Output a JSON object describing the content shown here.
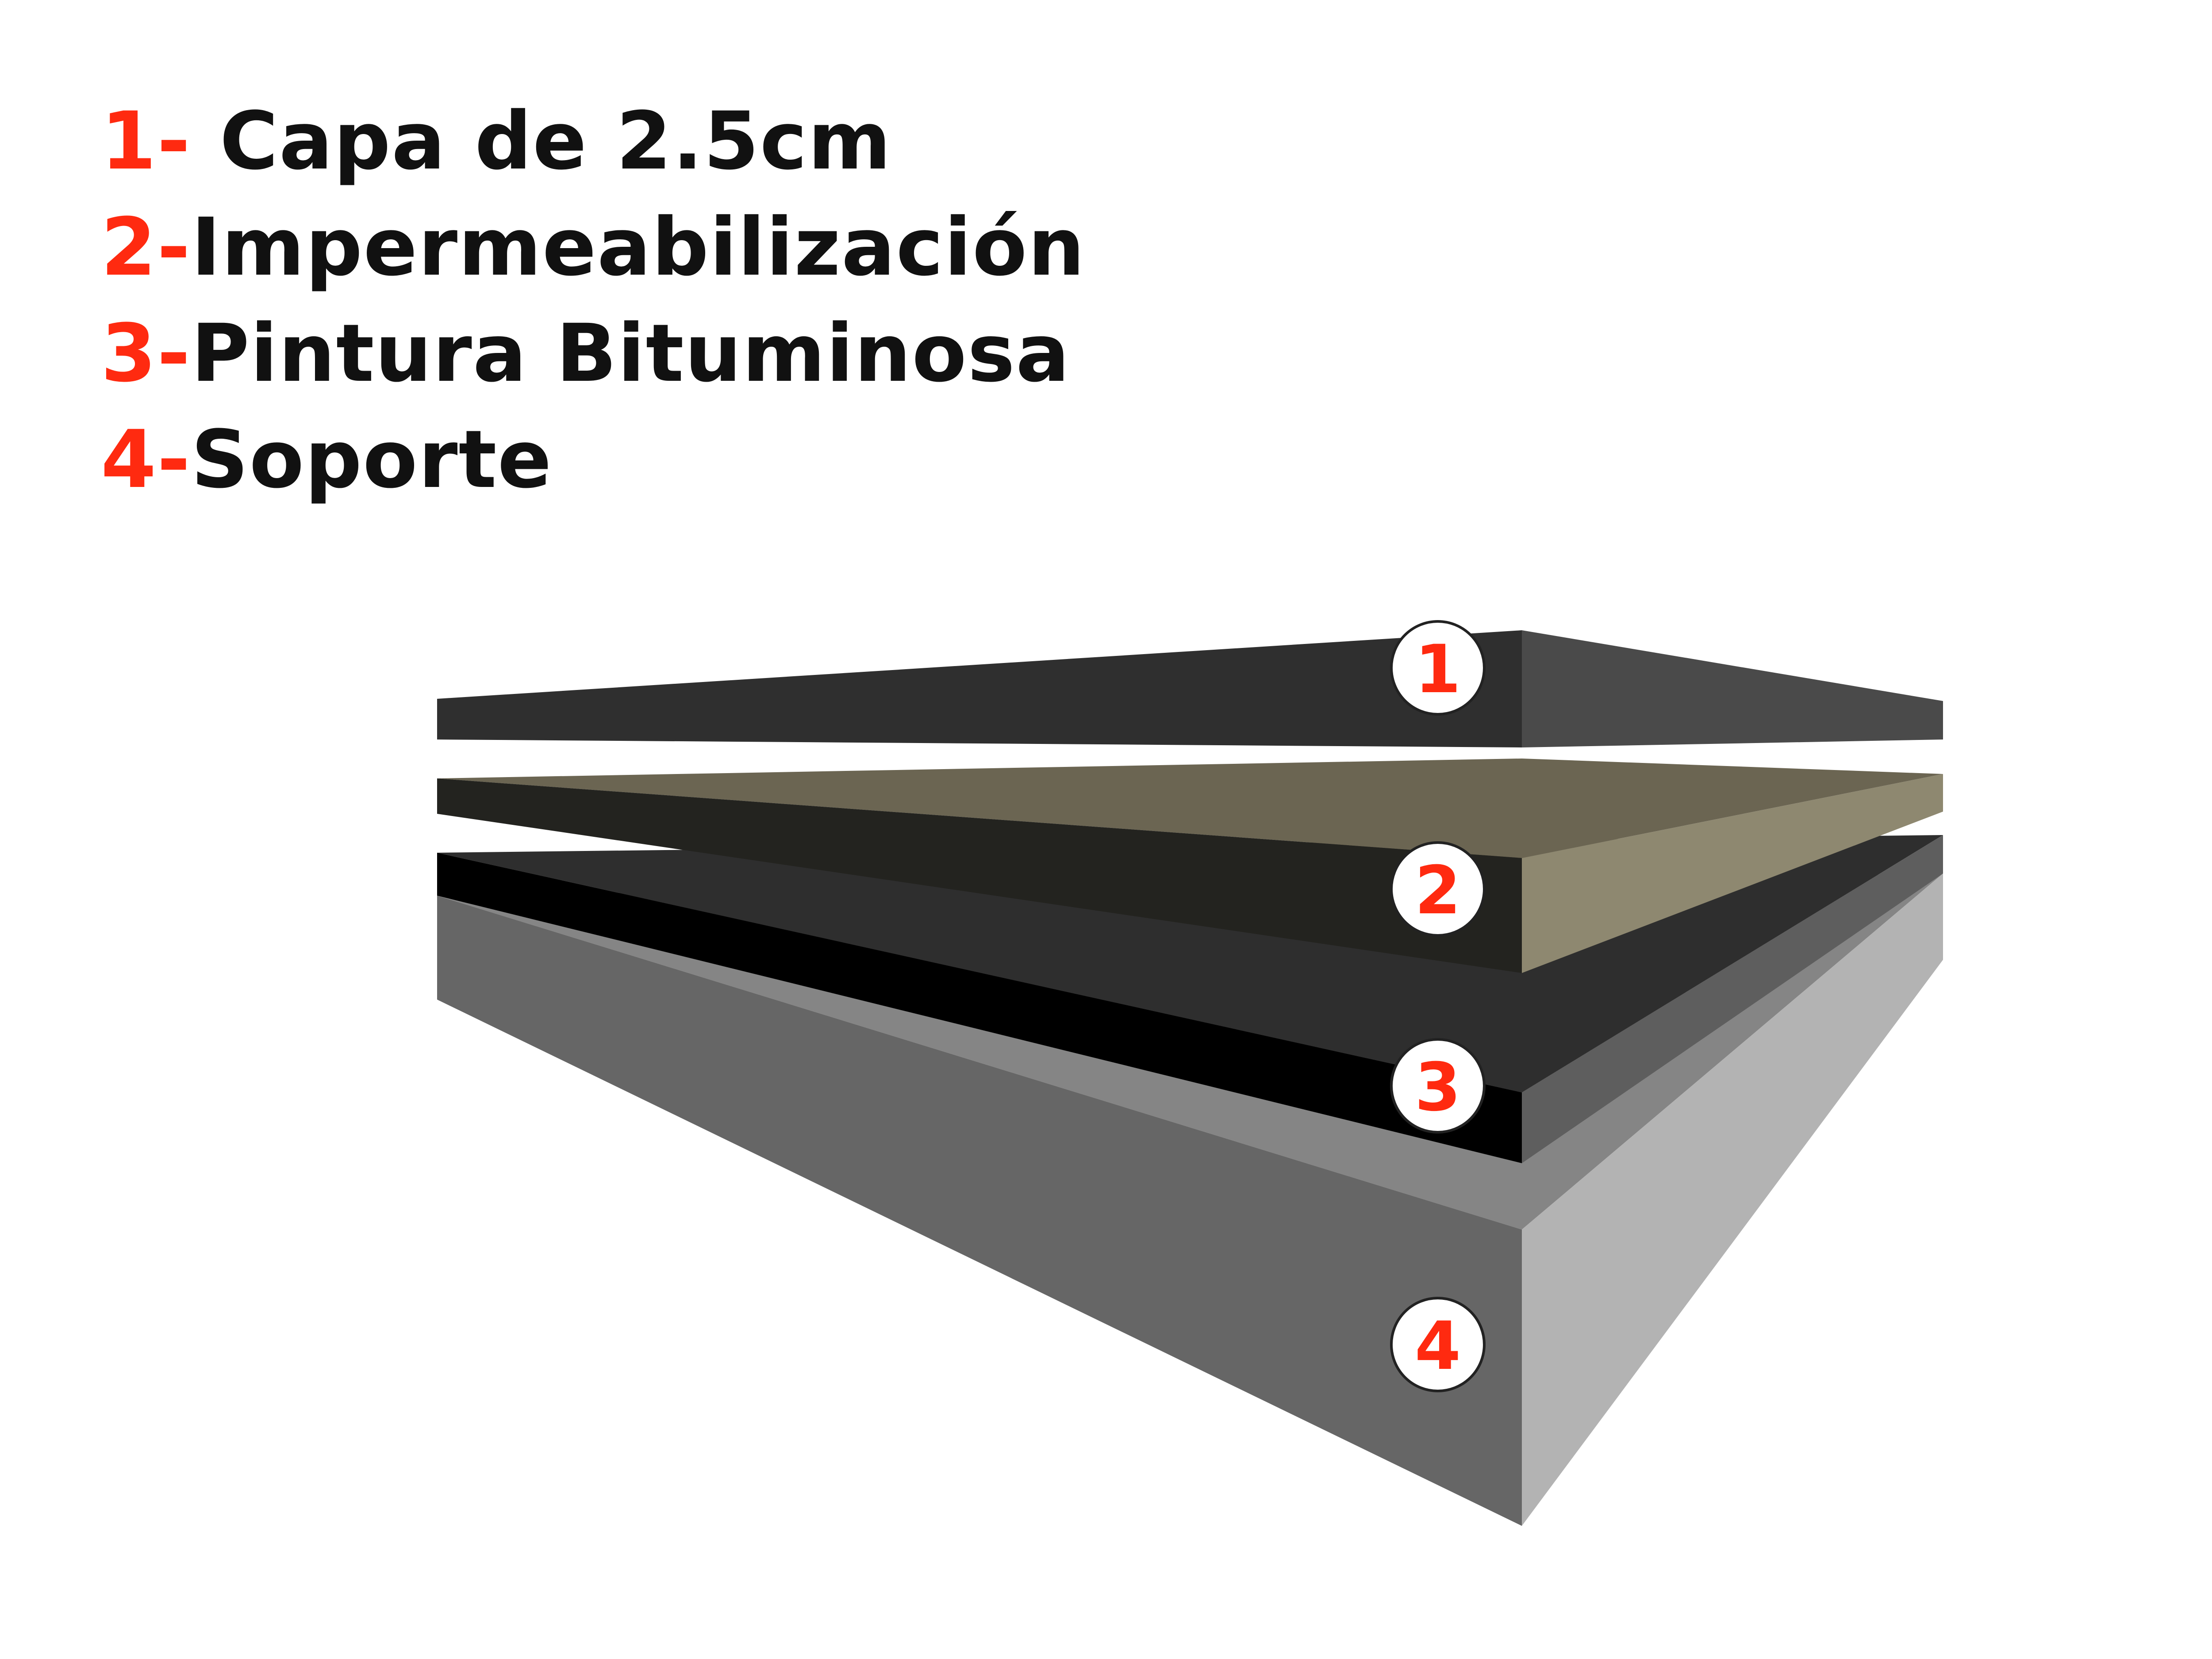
{
  "legend": {
    "items": [
      {
        "number": "1-",
        "label": " Capa de 2.5cm"
      },
      {
        "number": "2-",
        "label": "Impermeabilización"
      },
      {
        "number": "3-",
        "label": "Pintura Bituminosa"
      },
      {
        "number": "4-",
        "label": "Soporte"
      }
    ]
  },
  "layers": [
    {
      "badge": "1",
      "name": "capa"
    },
    {
      "badge": "2",
      "name": "impermeabilizacion"
    },
    {
      "badge": "3",
      "name": "pintura-bituminosa"
    },
    {
      "badge": "4",
      "name": "soporte"
    }
  ],
  "colors": {
    "accent": "#ff2a10",
    "text": "#111111",
    "layer1_top": "#2f2f2f",
    "layer1_side": "#4a4a4a",
    "layer2_top": "#6b6552",
    "layer2_front": "#23231f",
    "layer2_side": "#8e8870",
    "layer3_top": "#2e2e2e",
    "layer3_edge": "#000000",
    "layer3_side": "#5e5e5e",
    "layer4_top": "#858585",
    "layer4_front": "#666666",
    "layer4_side": "#b3b3b3"
  }
}
